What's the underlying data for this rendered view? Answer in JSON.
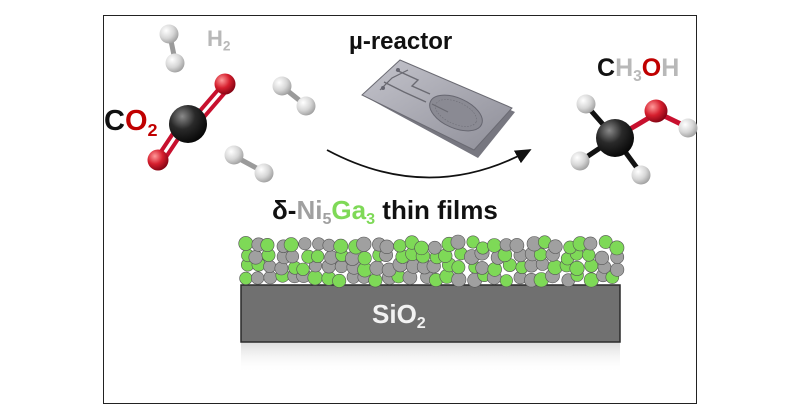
{
  "labels": {
    "title": "µ-reactor",
    "hydrogen": {
      "main": "H",
      "sub": "2"
    },
    "carbon_dioxide": {
      "c": "C",
      "o": "O",
      "sub": "2"
    },
    "methanol": {
      "c": "C",
      "h": "H",
      "h_sub": "3",
      "o": "O",
      "h2": "H"
    },
    "film": {
      "prefix": "δ-",
      "ni": "Ni",
      "ni_sub": "5",
      "ga": "Ga",
      "ga_sub": "3",
      "suffix": " thin films"
    },
    "substrate": {
      "main": "SiO",
      "sub": "2"
    }
  },
  "colors": {
    "carbon": "#1a1a1a",
    "carbon_text": "#111111",
    "oxygen": "#c8102e",
    "oxygen_text": "#c00000",
    "hydrogen": "#cfcfcf",
    "hydrogen_text": "#b8b8b8",
    "nickel": "#a0a0a0",
    "gallium": "#7ed957",
    "substrate": "#6f6f6f",
    "chip": "#a9a9b3"
  }
}
